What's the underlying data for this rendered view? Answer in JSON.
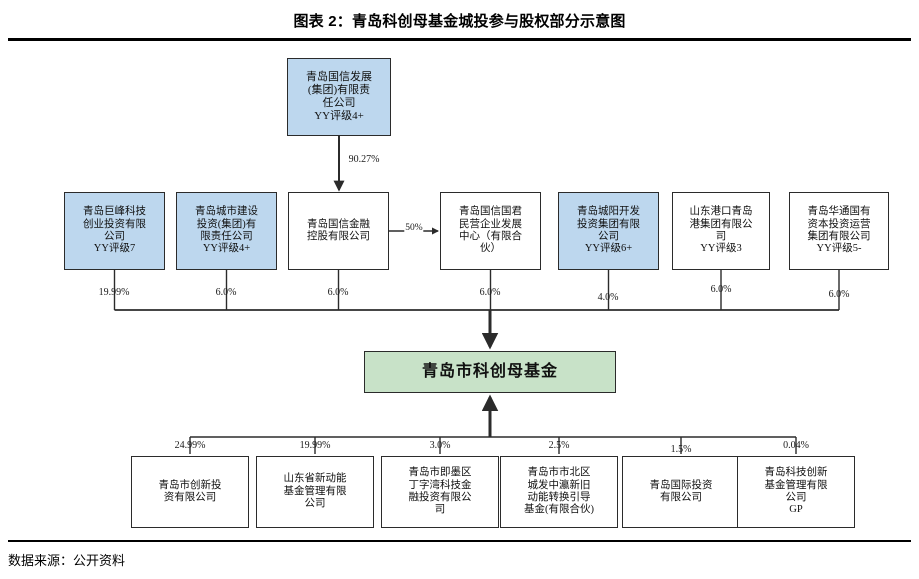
{
  "title": "图表 2：青岛科创母基金城投参与股权部分示意图",
  "source_note": "数据来源：公开资料",
  "colors": {
    "blue_fill": "#bdd7ee",
    "green_fill": "#c8e2c8",
    "border": "#2b2b2b",
    "rule": "#000000"
  },
  "nodes": {
    "root": {
      "label": "青岛国信发展\n(集团)有限责\n任公司\nYY评级4+",
      "fill": "blue"
    },
    "jufeng": {
      "label": "青岛巨峰科技\n创业投资有限\n公司\nYY评级7",
      "fill": "blue"
    },
    "chengshi": {
      "label": "青岛城市建设\n投资(集团)有\n限责任公司\nYY评级4+",
      "fill": "blue"
    },
    "jinkong": {
      "label": "青岛国信金融\n控股有限公司",
      "fill": "white"
    },
    "guojun": {
      "label": "青岛国信国君\n民营企业发展\n中心（有限合\n伙）",
      "fill": "white"
    },
    "chengyang": {
      "label": "青岛城阳开发\n投资集团有限\n公司\nYY评级6+",
      "fill": "blue"
    },
    "gangkou": {
      "label": "山东港口青岛\n港集团有限公\n司\nYY评级3",
      "fill": "white"
    },
    "huatong": {
      "label": "青岛华通国有\n资本投资运营\n集团有限公司\nYY评级5-",
      "fill": "white"
    },
    "fund": {
      "label": "青岛市科创母基金",
      "fill": "green"
    },
    "chuangxin": {
      "label": "青岛市创新投\n资有限公司",
      "fill": "white"
    },
    "xindongneng": {
      "label": "山东省新动能\n基金管理有限\n公司",
      "fill": "white"
    },
    "jimo": {
      "label": "青岛市即墨区\n丁字湾科技金\n融投资有限公\n司",
      "fill": "white"
    },
    "shibei": {
      "label": "青岛市市北区\n城发中瀛新旧\n动能转换引导\n基金(有限合伙)",
      "fill": "white"
    },
    "guoji": {
      "label": "青岛国际投资\n有限公司",
      "fill": "white"
    },
    "gp": {
      "label": "青岛科技创新\n基金管理有限\n公司\nGP",
      "fill": "white"
    }
  },
  "edges": {
    "root_to_jinkong": "90.27%",
    "jinkong_to_guojun": "50%",
    "upper_to_fund": [
      {
        "from": "jufeng",
        "pct": "19.99%"
      },
      {
        "from": "chengshi",
        "pct": "6.0%"
      },
      {
        "from": "jinkong",
        "pct": "6.0%"
      },
      {
        "from": "guojun",
        "pct": "6.0%"
      },
      {
        "from": "chengyang",
        "pct": "4.0%"
      },
      {
        "from": "gangkou",
        "pct": "6.0%"
      },
      {
        "from": "huatong",
        "pct": "6.0%"
      }
    ],
    "lower_to_fund": [
      {
        "from": "chuangxin",
        "pct": "24.99%"
      },
      {
        "from": "xindongneng",
        "pct": "19.99%"
      },
      {
        "from": "jimo",
        "pct": "3.0%"
      },
      {
        "from": "shibei",
        "pct": "2.5%"
      },
      {
        "from": "guoji",
        "pct": "1.5%"
      },
      {
        "from": "gp",
        "pct": "0.04%"
      }
    ]
  }
}
